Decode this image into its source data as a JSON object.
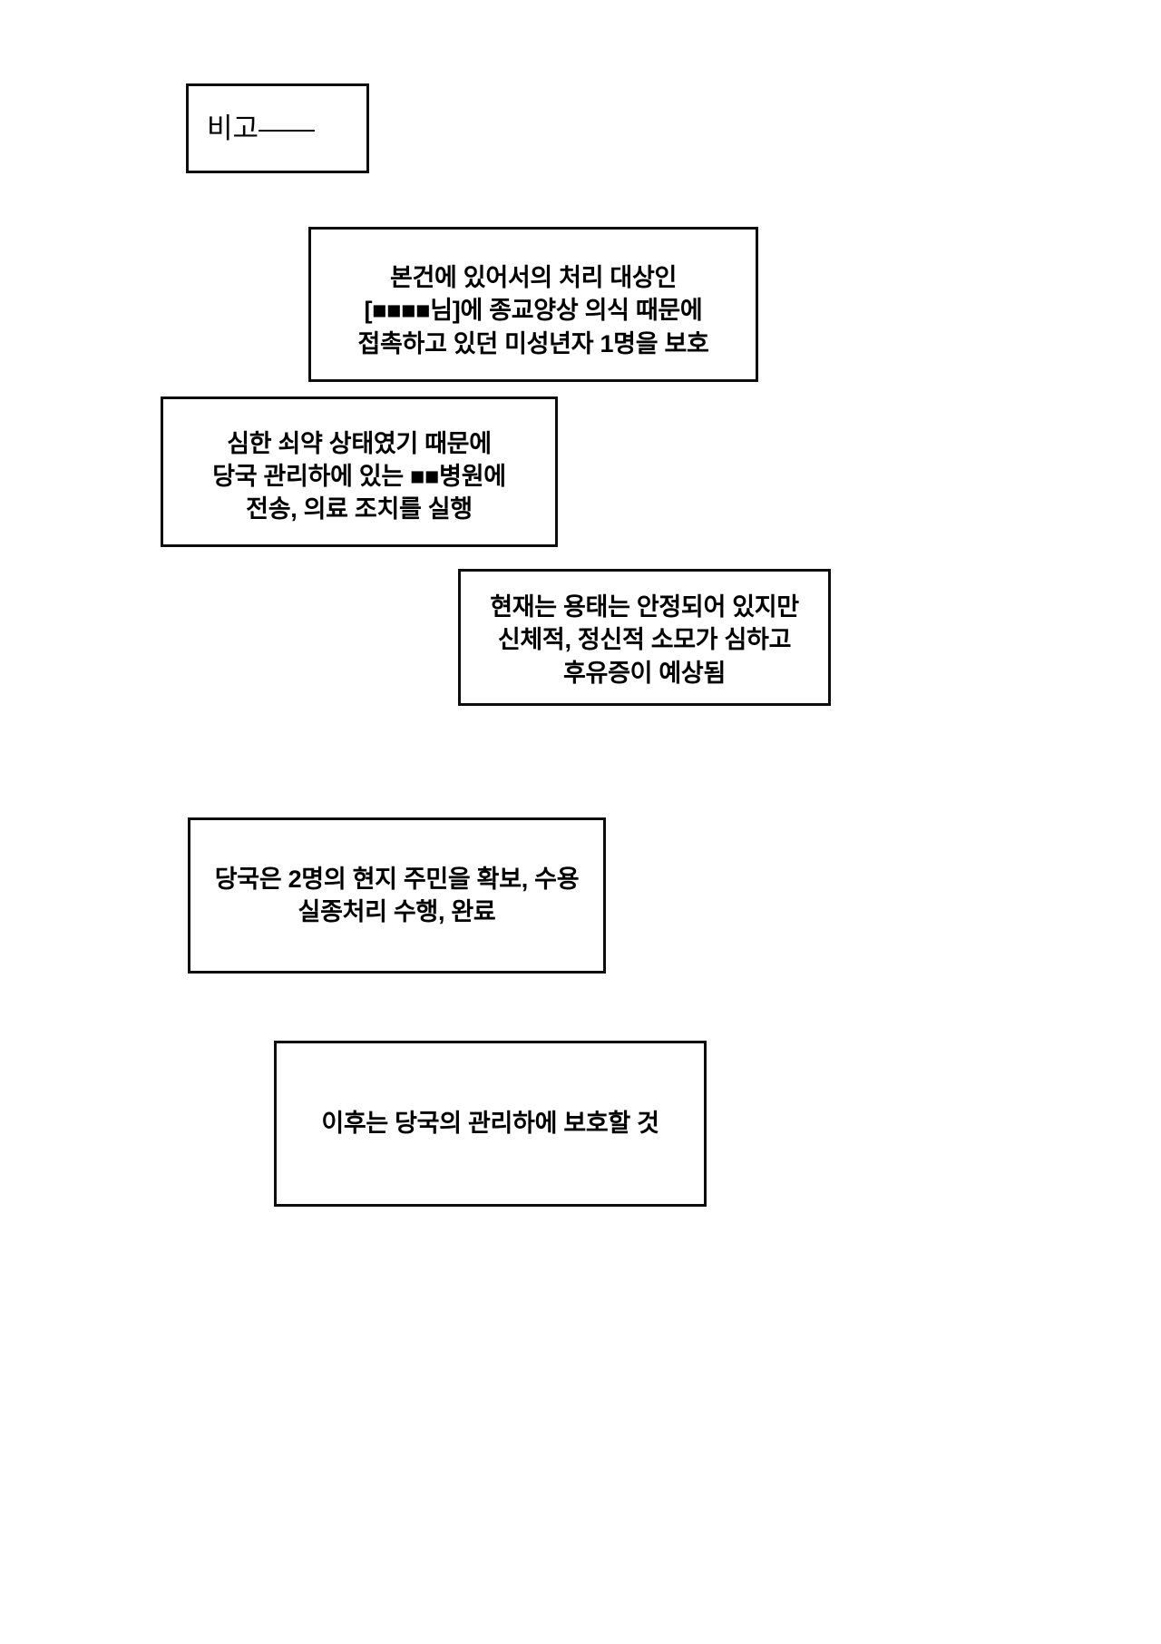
{
  "document": {
    "title": "비고——",
    "background_color": "#ffffff",
    "border_color": "#0d0d0d",
    "text_color": "#000000"
  },
  "boxes": [
    {
      "name": "remarks-header",
      "lines": [
        "비고——"
      ]
    },
    {
      "name": "minor-protection",
      "lines": [
        "본건에 있어서의 처리 대상인",
        "[■■■■님]에 종교양상 의식 때문에",
        "접촉하고 있던 미성년자 1명을 보호"
      ]
    },
    {
      "name": "hospital-transfer",
      "lines": [
        "심한 쇠약 상태였기 때문에",
        "당국 관리하에 있는 ■■병원에",
        "전송, 의료 조치를 실행"
      ]
    },
    {
      "name": "condition-status",
      "lines": [
        "현재는 용태는 안정되어 있지만",
        "신체적, 정신적 소모가 심하고",
        "후유증이 예상됨"
      ]
    },
    {
      "name": "residents-secured",
      "lines": [
        "당국은 2명의 현지 주민을 확보, 수용",
        "실종처리 수행, 완료"
      ]
    },
    {
      "name": "future-custody",
      "lines": [
        "이후는 당국의 관리하에 보호할 것"
      ]
    }
  ]
}
